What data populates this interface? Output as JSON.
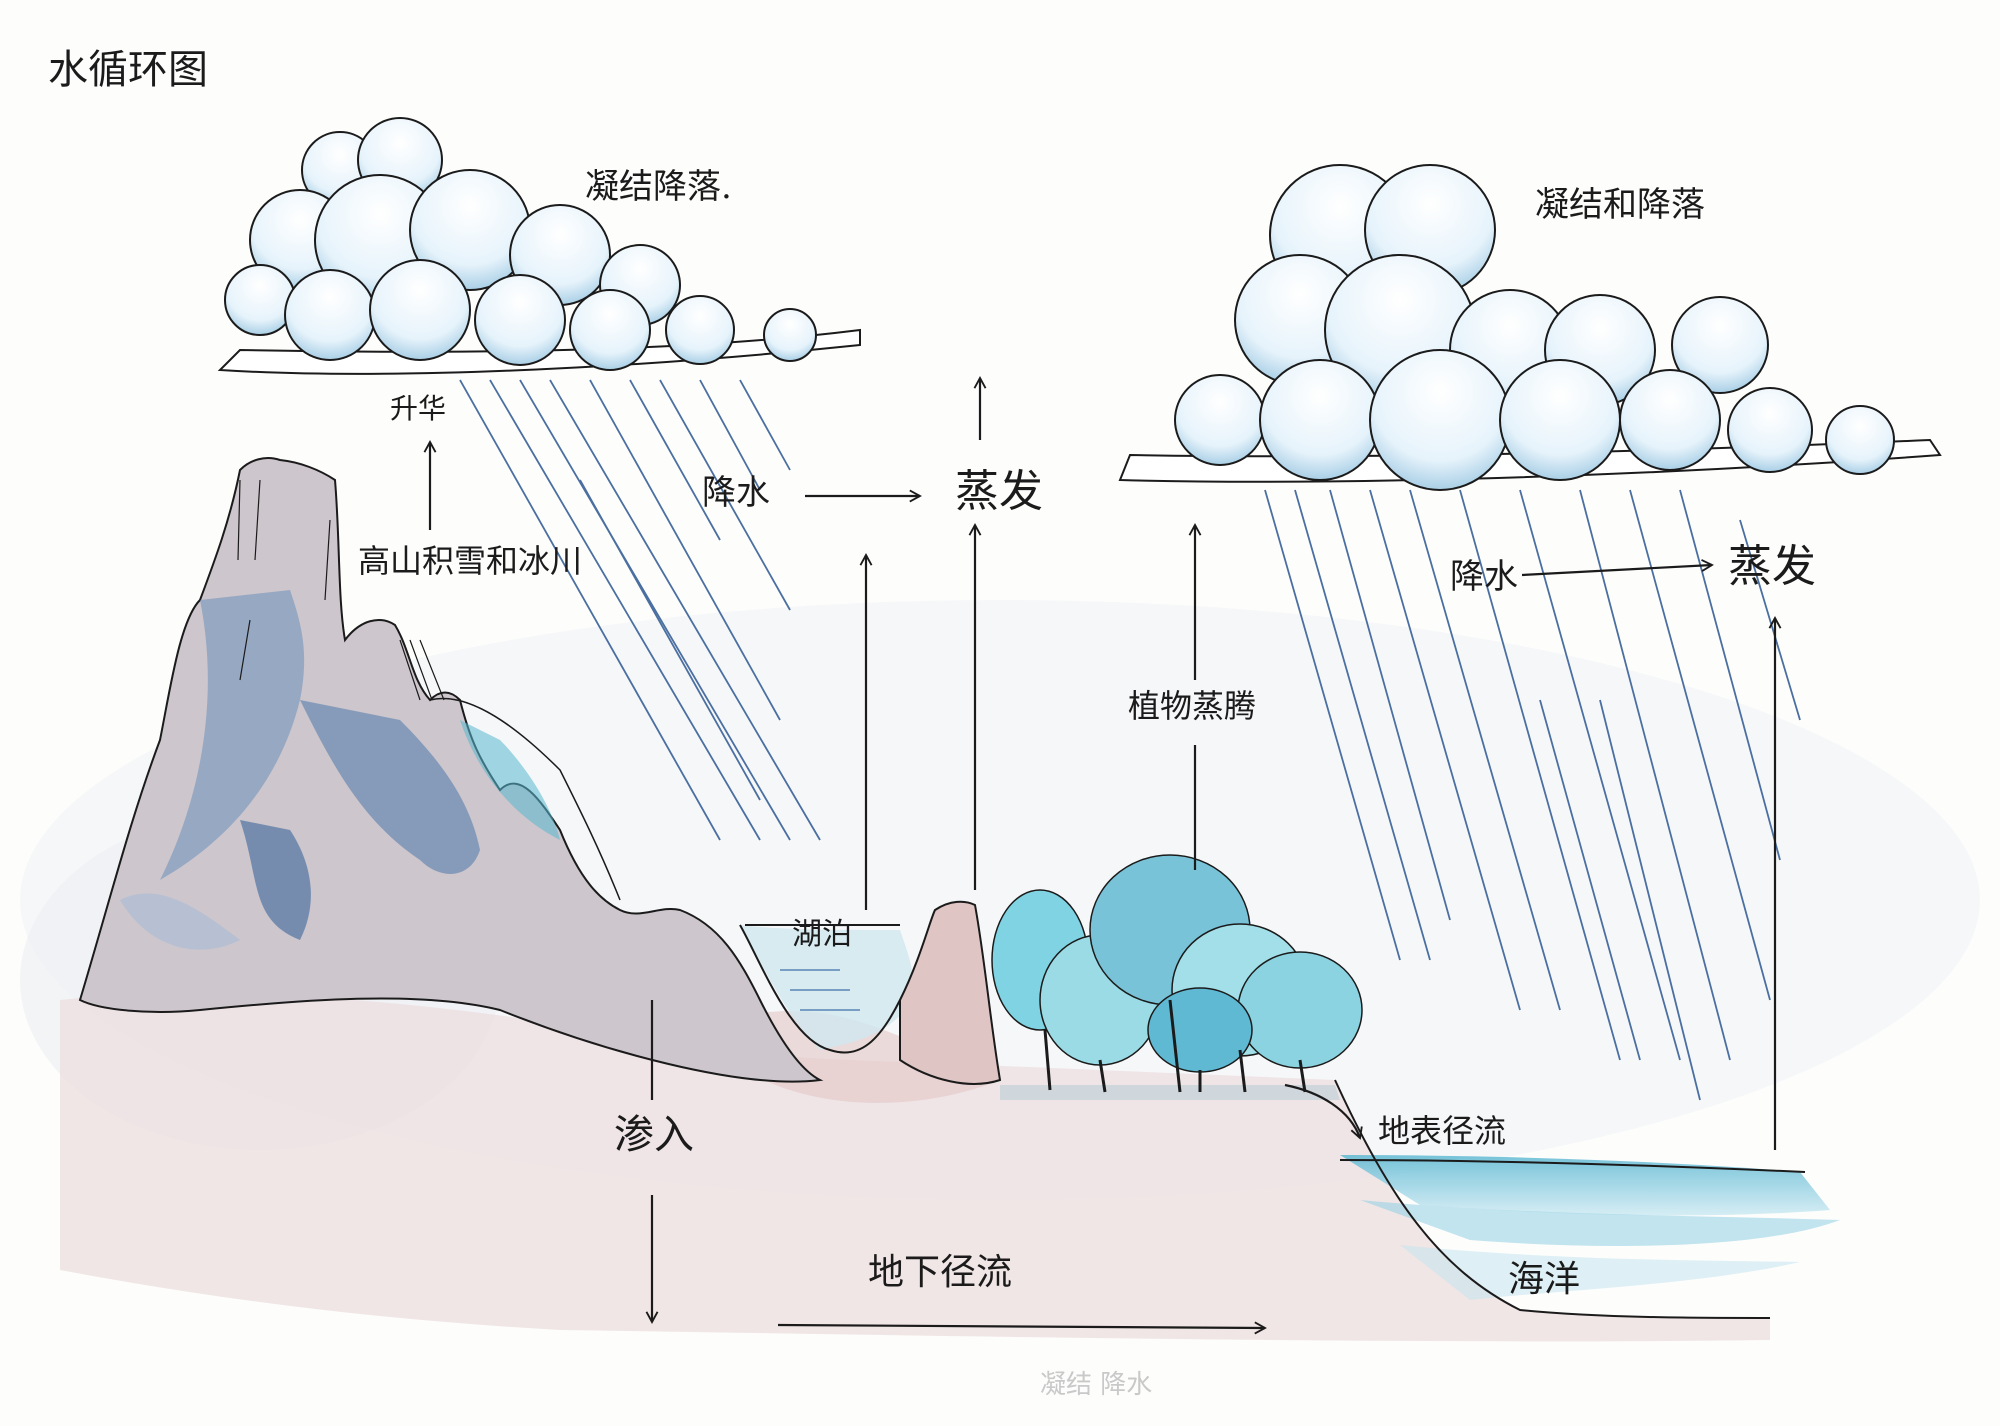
{
  "diagram": {
    "title": "水循环图",
    "cloud_left_label": "凝结降落.",
    "cloud_right_label": "凝结和降落",
    "sublimation_label": "升华",
    "snow_ice_label": "高山积雪和冰川",
    "precipitation_left_label": "降水",
    "evaporation_left_label": "蒸发",
    "transpiration_label": "植物蒸腾",
    "precipitation_right_label": "降水",
    "evaporation_right_label": "蒸发",
    "lake_label": "湖泊",
    "surface_runoff_label": "地表径流",
    "infiltration_label": "渗入",
    "groundwater_label": "地下径流",
    "ocean_label": "海洋",
    "signature": "凝结 降水"
  },
  "colors": {
    "ink": "#1b1b1b",
    "water_blue": "#8fd0e3",
    "deep_blue": "#3f6fa8",
    "teal": "#58b8cf",
    "ground_pink": "#e8d3d3",
    "mountain_grey": "#c9c3cb"
  },
  "icons": {
    "arrow": "arrow-icon",
    "cloud": "cloud-icon",
    "rain": "rain-icon"
  }
}
